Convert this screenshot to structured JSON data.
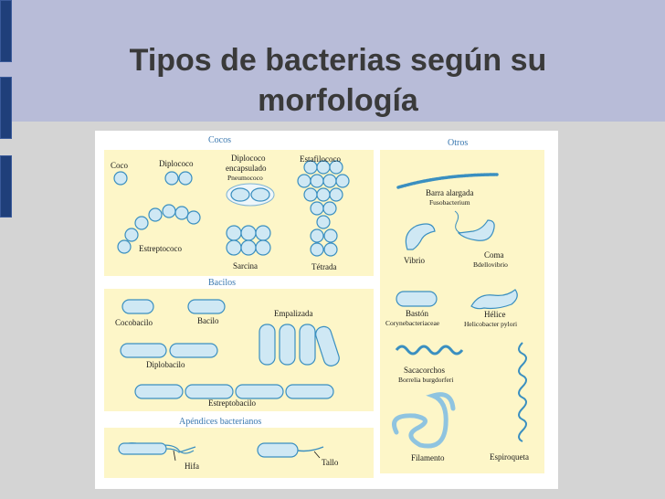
{
  "slide": {
    "title_line1": "Tipos de bacterias según su",
    "title_line2": "morfología"
  },
  "figure": {
    "cocos": {
      "header": "Cocos",
      "coco": "Coco",
      "diplococo": "Diplococo",
      "diplococo_encapsulado_1": "Diplococo",
      "diplococo_encapsulado_2": "encapsulado",
      "pneumococo": "Pneumococo",
      "estafilococo": "Estafilococo",
      "estreptococo": "Estreptococo",
      "sarcina": "Sarcina",
      "tetrada": "Tétrada"
    },
    "bacilos": {
      "header": "Bacilos",
      "cocobacilo": "Cocobacilo",
      "bacilo": "Bacilo",
      "empalizada": "Empalizada",
      "diplobacilo": "Diplobacilo",
      "estreptobacilo": "Estreptobacilo"
    },
    "apendices": {
      "header": "Apéndices bacterianos",
      "hifa": "Hifa",
      "tallo": "Tallo"
    },
    "otros": {
      "header": "Otros",
      "barra_alargada": "Barra alargada",
      "fusobacterium": "Fusobacterium",
      "vibrio": "Vibrio",
      "coma": "Coma",
      "bdellovibrio": "Bdellovibrio",
      "baston": "Bastón",
      "corynebacteriaceae": "Corynebacteriaceae",
      "helice": "Hélice",
      "helicobacter": "Helicobacter pylori",
      "sacacorchos": "Sacacorchos",
      "borrelia": "Borrelia burgdorferi",
      "filamento": "Filamento",
      "espiroqueta": "Espiroqueta"
    }
  }
}
